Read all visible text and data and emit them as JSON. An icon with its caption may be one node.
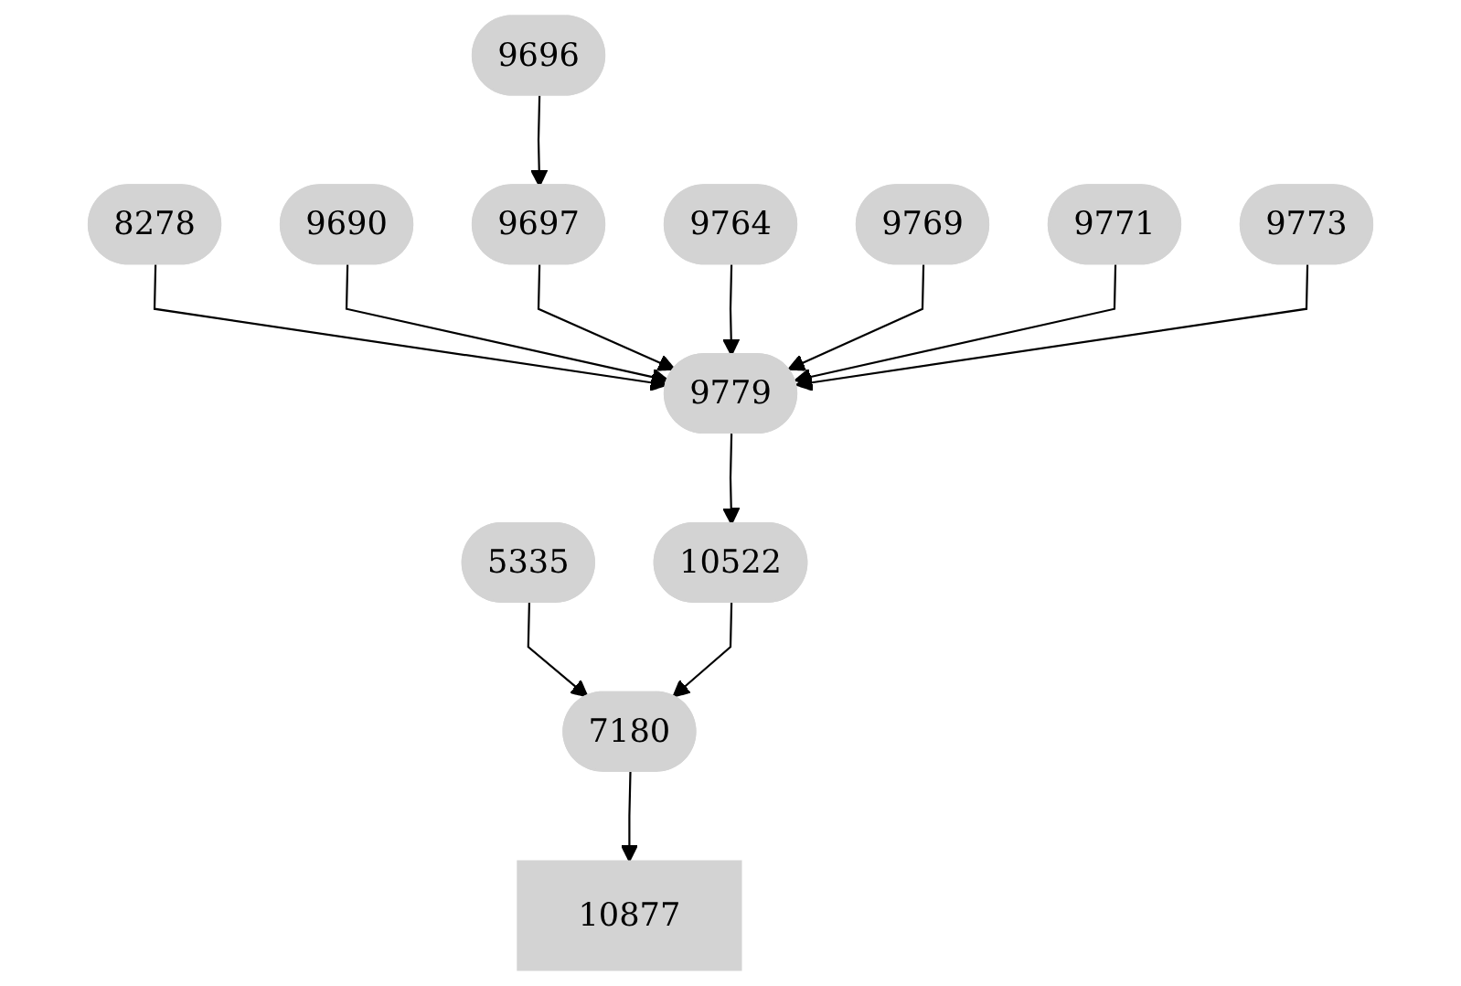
{
  "diagram": {
    "nodes": [
      {
        "text": [
          "9696"
        ]
      },
      {
        "text": [
          "8278"
        ]
      },
      {
        "text": [
          "9690"
        ]
      },
      {
        "text": [
          "9697"
        ]
      },
      {
        "text": [
          "9764"
        ]
      },
      {
        "text": [
          "9769"
        ]
      },
      {
        "text": [
          "9771"
        ]
      },
      {
        "text": [
          "9773"
        ]
      },
      {
        "text": [
          "9779"
        ]
      },
      {
        "text": [
          "5335"
        ]
      },
      {
        "text": [
          "10522"
        ]
      },
      {
        "text": [
          "7180"
        ]
      },
      {
        "text": [
          "10877"
        ]
      }
    ],
    "edges": [
      {
        "from": 0,
        "to": 3,
        "arrow": "to"
      },
      {
        "from": 1,
        "to": 8,
        "arrow": "to"
      },
      {
        "from": 2,
        "to": 8,
        "arrow": "to"
      },
      {
        "from": 3,
        "to": 8,
        "arrow": "to"
      },
      {
        "from": 4,
        "to": 8,
        "arrow": "to"
      },
      {
        "from": 5,
        "to": 8,
        "arrow": "to"
      },
      {
        "from": 6,
        "to": 8,
        "arrow": "to"
      },
      {
        "from": 7,
        "to": 8,
        "arrow": "to"
      },
      {
        "from": 8,
        "to": 10,
        "arrow": "to"
      },
      {
        "from": 9,
        "to": 11,
        "arrow": "to"
      },
      {
        "from": 10,
        "to": 11,
        "arrow": "to"
      },
      {
        "from": 11,
        "to": 12,
        "arrow": "to"
      }
    ]
  }
}
